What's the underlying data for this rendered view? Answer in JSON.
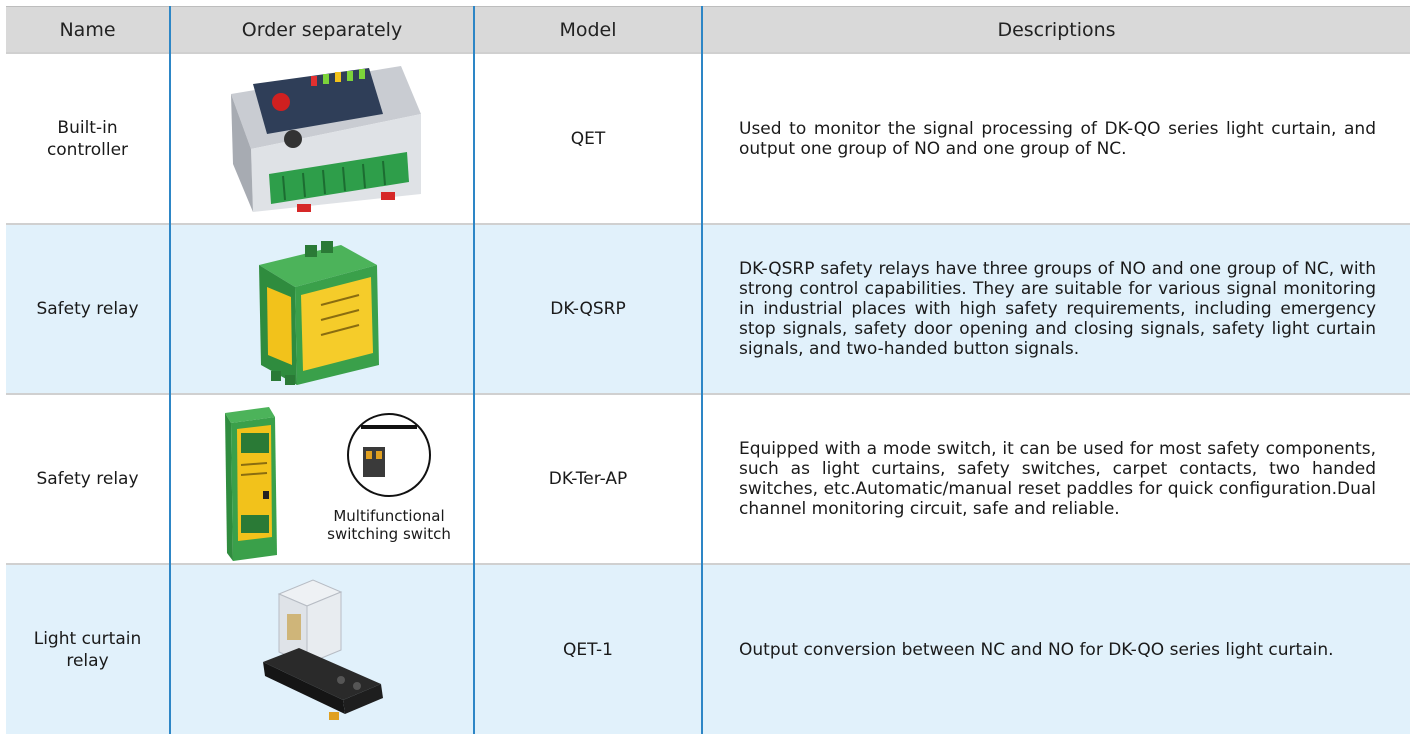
{
  "headers": [
    "Name",
    "Order separately",
    "Model",
    "Descriptions"
  ],
  "rows": [
    {
      "name": "Built-in\ncontroller",
      "image_icon": "controller-module-icon",
      "model": "QET",
      "description": "Used to monitor the signal processing of DK-QO series light curtain, and output one group of NO and one group of NC."
    },
    {
      "name": "Safety relay",
      "image_icon": "din-rail-safety-relay-icon",
      "model": "DK-QSRP",
      "description": "DK-QSRP safety relays have three groups of NO and one group of NC, with strong control capabilities. They are suitable for various signal monitoring in industrial places with high safety requirements, including emergency stop signals, safety door opening and closing signals, safety light curtain signals, and two-handed button signals."
    },
    {
      "name": "Safety relay",
      "image_icon": "safety-relay-with-dip-switch-icon",
      "image_caption": "Multifunctional\nswitching switch",
      "model": "DK-Ter-AP",
      "description": "Equipped with a mode switch, it can be used for most safety components, such as light curtains, safety switches, carpet contacts, two handed switches, etc.Automatic/manual reset paddles for quick configuration.Dual channel monitoring circuit, safe and reliable."
    },
    {
      "name": "Light curtain\nrelay",
      "image_icon": "plug-in-relay-icon",
      "model": "QET-1",
      "description": "Output conversion between NC and NO for DK-QO series light curtain."
    }
  ],
  "colors": {
    "header_bg": "#d9d9d9",
    "alt_row_bg": "#e1f1fb",
    "separator": "#2d86c6",
    "relay_green": "#3aa04a",
    "relay_yellow": "#f2c21b"
  }
}
